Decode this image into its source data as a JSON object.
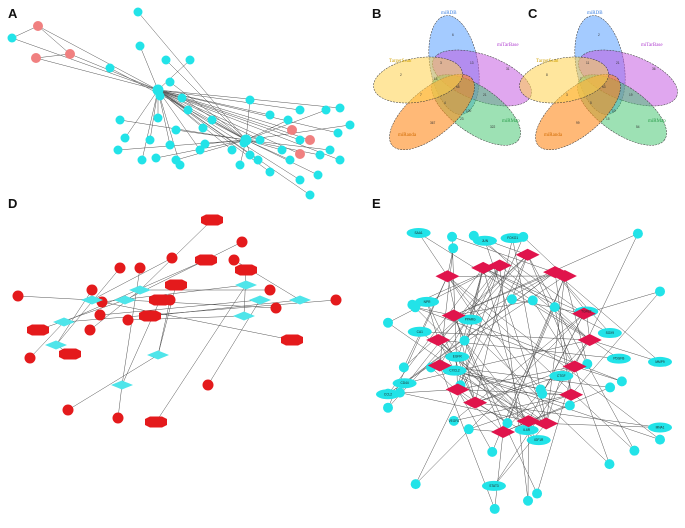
{
  "panels": {
    "A": "A",
    "B": "B",
    "C": "C",
    "D": "D",
    "E": "E"
  },
  "colors": {
    "gene": "#22e3e8",
    "highlight": "#f08080",
    "mirna_red": "#e41a1c",
    "circ_diamond": "#e0144c"
  },
  "venn": {
    "labels": [
      "miRDB",
      "miTarBase",
      "miRMap",
      "miRanda",
      "TargetScan"
    ],
    "B_numbers": [
      "6",
      "31",
      "322",
      "367",
      "2",
      "45",
      "13",
      "21",
      "120",
      "4",
      "14",
      "7",
      "3",
      "23"
    ],
    "C_numbers": [
      "2",
      "36",
      "54",
      "99",
      "8",
      "43",
      "21",
      "19",
      "10",
      "5",
      "7",
      "3",
      "11",
      "15"
    ]
  },
  "panelE_labels": [
    "CA1",
    "MNA1",
    "NPR",
    "CXCL2",
    "SOX9",
    "CD44",
    "STAT3",
    "FOXO1",
    "IGF1R",
    "PDGFB",
    "CCL2",
    "TGFB2",
    "SAA1",
    "CTGF",
    "EGFR",
    "IL6R",
    "PPARG",
    "MMP9",
    "JUN",
    "VEGFA"
  ]
}
